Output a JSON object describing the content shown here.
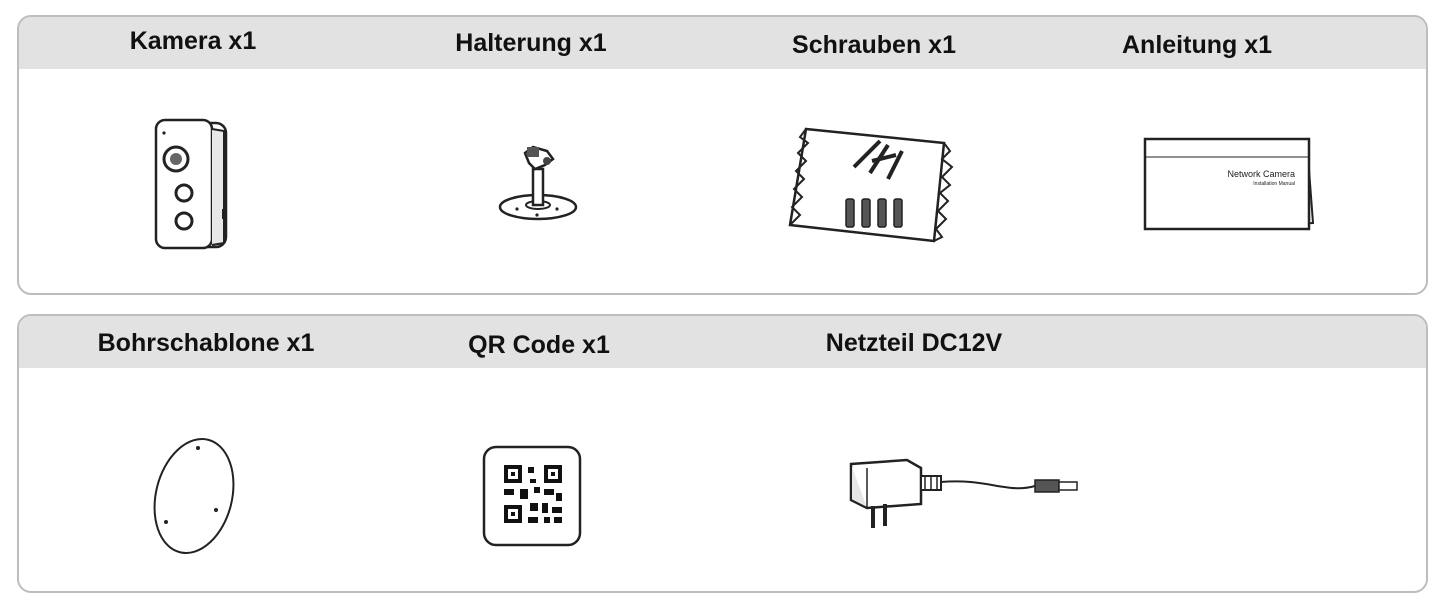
{
  "row1": {
    "items": [
      {
        "label": "Kamera x1",
        "icon": "camera-icon"
      },
      {
        "label": "Halterung x1",
        "icon": "mount-bracket-icon"
      },
      {
        "label": "Schrauben x1",
        "icon": "screws-bag-icon"
      },
      {
        "label": "Anleitung x1",
        "icon": "manual-icon"
      }
    ]
  },
  "row2": {
    "items": [
      {
        "label": "Bohrschablone x1",
        "icon": "drill-template-icon"
      },
      {
        "label": "QR Code x1",
        "icon": "qr-code-icon"
      },
      {
        "label": "Netzteil DC12V",
        "icon": "power-adapter-icon"
      }
    ]
  },
  "manual": {
    "title": "Network Camera",
    "subtitle": "Installation Manual"
  }
}
